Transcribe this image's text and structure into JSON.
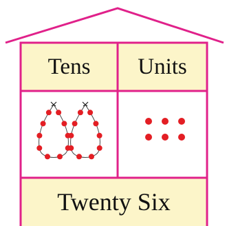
{
  "headers": {
    "tens": "Tens",
    "units": "Units"
  },
  "number_name": "Twenty Six",
  "tens_group_count": 2,
  "units_count": 6,
  "colors": {
    "outline": "#e0218a",
    "header_fill": "#fcf5c9",
    "bead": "#e31e24",
    "string": "#444444"
  }
}
